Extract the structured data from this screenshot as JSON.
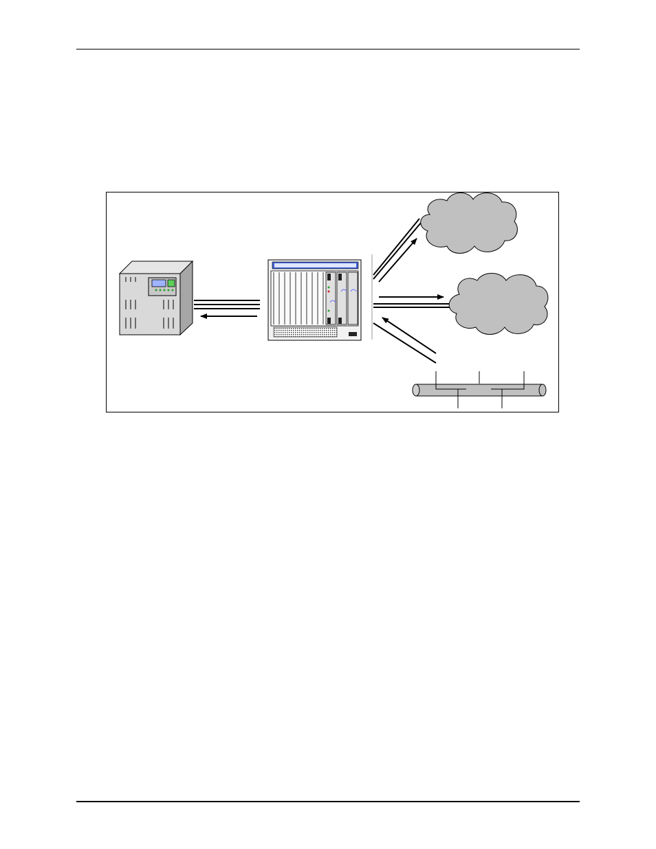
{
  "page": {
    "header_rule": true,
    "footer_rule": true
  },
  "diagram": {
    "nodes": [
      {
        "id": "host-computer",
        "kind": "mainframe-cabinet-icon"
      },
      {
        "id": "switch-chassis",
        "kind": "rack-chassis-icon"
      },
      {
        "id": "network-cloud-1",
        "kind": "cloud-icon"
      },
      {
        "id": "network-cloud-2",
        "kind": "cloud-icon"
      },
      {
        "id": "lan-segment",
        "kind": "lan-bus-cable-icon"
      }
    ],
    "links": [
      {
        "from": "switch-chassis",
        "to": "host-computer",
        "arrow": "to-host"
      },
      {
        "from": "switch-chassis",
        "to": "network-cloud-1",
        "arrow": "to-cloud"
      },
      {
        "from": "switch-chassis",
        "to": "network-cloud-2",
        "arrow": "to-cloud"
      },
      {
        "from": "lan-segment",
        "to": "switch-chassis",
        "arrow": "to-switch"
      }
    ],
    "colors": {
      "cloud_fill": "#c0c0c0",
      "cabinet_front": "#d9d9d9",
      "cabinet_side": "#a6a6a6",
      "chassis_header": "#4060d0",
      "cable_fill": "#c0c0c0",
      "screen_blue": "#9fb4ff",
      "screen_green": "#5ccf5c"
    }
  }
}
